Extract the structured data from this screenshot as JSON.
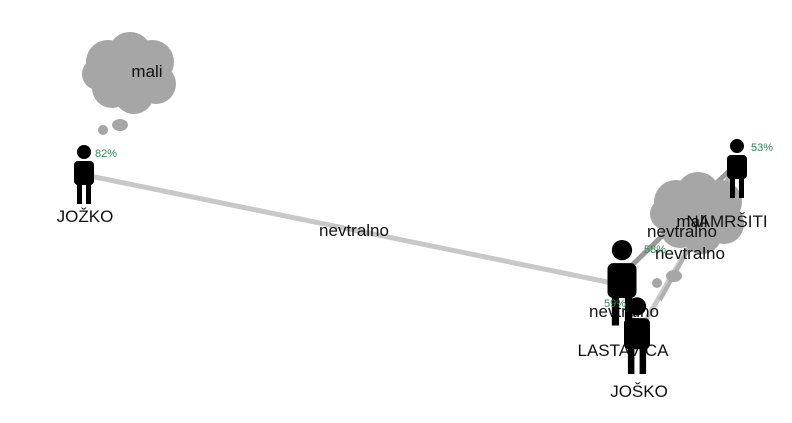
{
  "colors": {
    "edge": "#c8c8c8",
    "edge_dark": "#9a9a9a",
    "cloud": "#a6a6a6",
    "person": "#000000",
    "percent": "#2e8b57"
  },
  "people": [
    {
      "id": "jozko",
      "name": "JOŽKO",
      "percent": "82%"
    },
    {
      "id": "namrsiti",
      "name": "NAMRŠITI",
      "percent": "53%"
    },
    {
      "id": "lastavica",
      "name": "LASTAVICA",
      "percent": "59%"
    },
    {
      "id": "josko",
      "name": "JOŠKO",
      "percent": "58%"
    }
  ],
  "thoughts": [
    {
      "id": "jozko-thought",
      "text": "mali"
    },
    {
      "id": "namrsiti-thought",
      "text": "mali"
    }
  ],
  "edges": [
    {
      "id": "jozko-lastavica",
      "label": "nevtralno"
    },
    {
      "id": "namrsiti-josko",
      "label": "nevtralno"
    },
    {
      "id": "namrsiti-lastavica",
      "label": "nevtralno"
    },
    {
      "id": "lastavica-josko",
      "label": "nevtralno"
    }
  ]
}
